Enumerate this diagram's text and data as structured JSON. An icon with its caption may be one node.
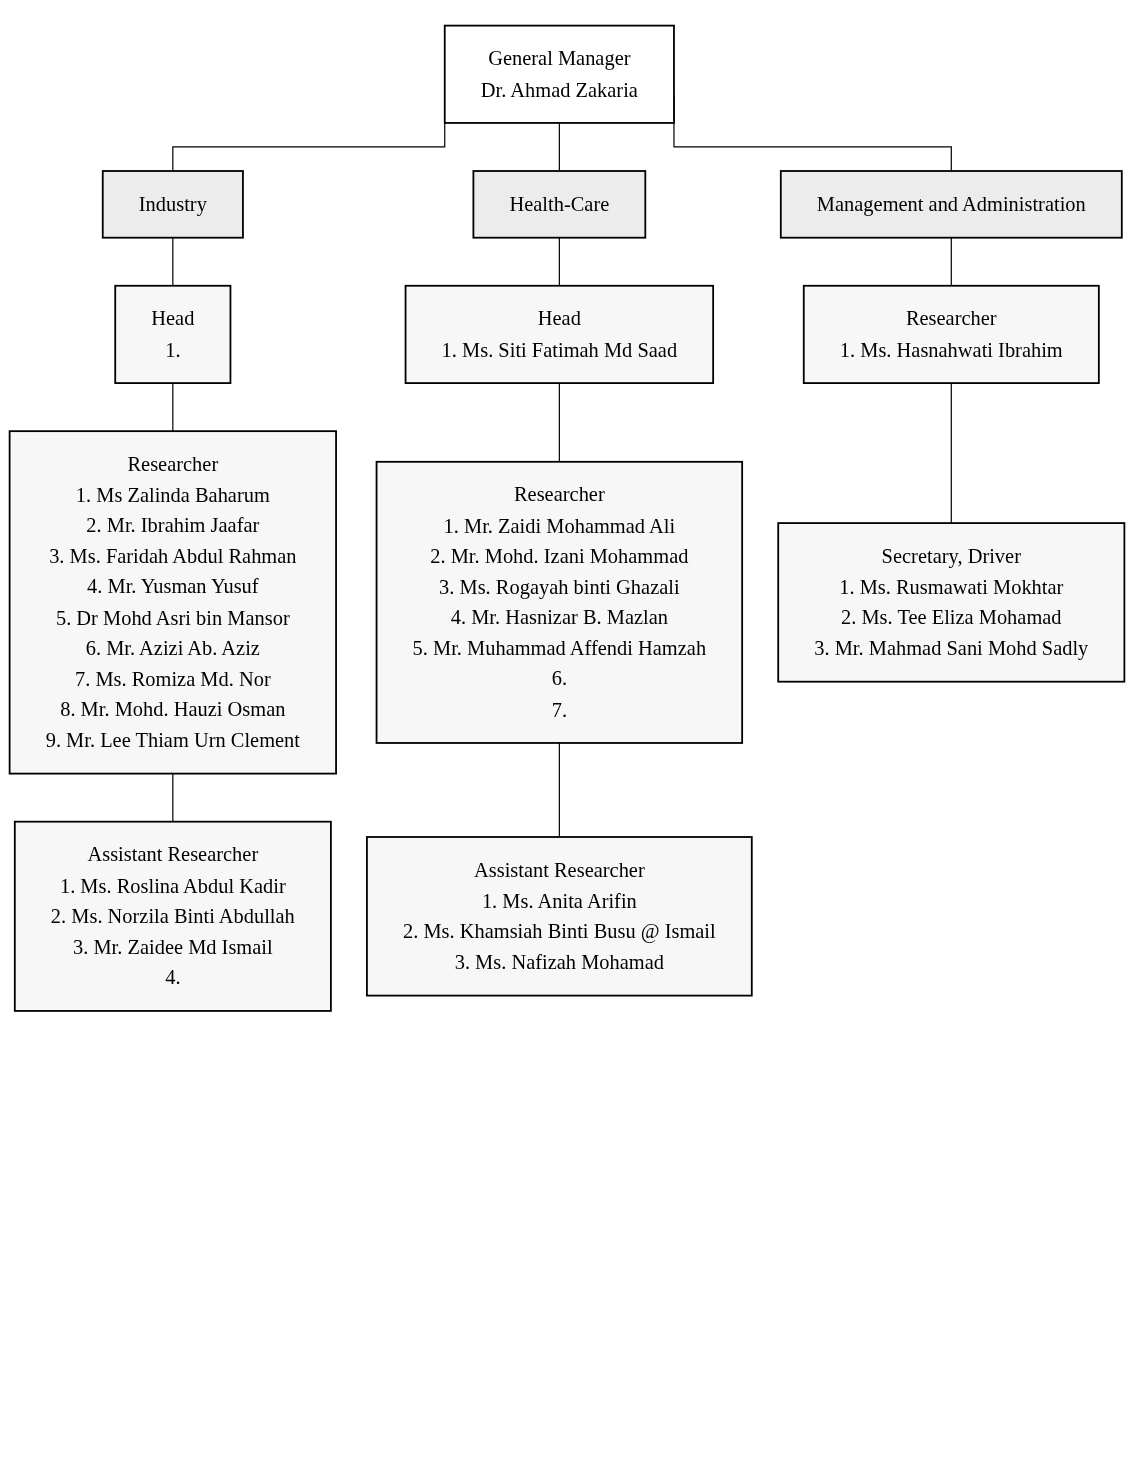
{
  "diagram": {
    "nodes": [
      {
        "text": [
          "General Manager",
          "Dr. Ahmad Zakaria"
        ]
      },
      {
        "text": [
          "Industry"
        ]
      },
      {
        "text": [
          "Health-Care"
        ]
      },
      {
        "text": [
          "Management and Administration"
        ]
      },
      {
        "text": [
          "Head",
          "1."
        ]
      },
      {
        "text": [
          "Head",
          "1. Ms. Siti Fatimah Md Saad"
        ]
      },
      {
        "text": [
          "Researcher",
          "1. Ms. Hasnahwati Ibrahim"
        ]
      },
      {
        "text": [
          "Researcher",
          "1. Ms Zalinda Baharum",
          "2. Mr. Ibrahim Jaafar",
          "3. Ms. Faridah Abdul Rahman",
          "4. Mr. Yusman Yusuf",
          "5. Dr Mohd Asri bin Mansor",
          "6. Mr. Azizi Ab. Aziz",
          "7. Ms. Romiza Md. Nor",
          "8. Mr. Mohd. Hauzi Osman",
          "9. Mr. Lee Thiam Urn Clement"
        ]
      },
      {
        "text": [
          "Researcher",
          "1. Mr. Zaidi Mohammad Ali",
          "2. Mr. Mohd. Izani Mohammad",
          "3. Ms. Rogayah binti Ghazali",
          "4. Mr. Hasnizar B. Mazlan",
          "5. Mr. Muhammad Affendi Hamzah",
          "6.",
          "7."
        ]
      },
      {
        "text": [
          "Secretary, Driver",
          "1. Ms. Rusmawati Mokhtar",
          "2. Ms. Tee Eliza Mohamad",
          "3. Mr. Mahmad Sani Mohd Sadly"
        ]
      },
      {
        "text": [
          "Assistant Researcher",
          "1. Ms. Roslina Abdul Kadir",
          "2. Ms. Norzila Binti Abdullah",
          "3. Mr. Zaidee Md Ismail",
          "4."
        ]
      },
      {
        "text": [
          "Assistant Researcher",
          "1. Ms. Anita Arifin",
          "2. Ms. Khamsiah Binti Busu @ Ismail",
          "3. Ms. Nafizah Mohamad"
        ]
      }
    ],
    "edges": [
      {
        "from": 0,
        "to": 1,
        "arrow": "none"
      },
      {
        "from": 0,
        "to": 2,
        "arrow": "none"
      },
      {
        "from": 0,
        "to": 3,
        "arrow": "none"
      },
      {
        "from": 1,
        "to": 4,
        "arrow": "none"
      },
      {
        "from": 2,
        "to": 5,
        "arrow": "none"
      },
      {
        "from": 3,
        "to": 6,
        "arrow": "none"
      },
      {
        "from": 4,
        "to": 7,
        "arrow": "none"
      },
      {
        "from": 5,
        "to": 8,
        "arrow": "none"
      },
      {
        "from": 6,
        "to": 9,
        "arrow": "none"
      },
      {
        "from": 7,
        "to": 10,
        "arrow": "none"
      },
      {
        "from": 8,
        "to": 11,
        "arrow": "none"
      }
    ]
  }
}
